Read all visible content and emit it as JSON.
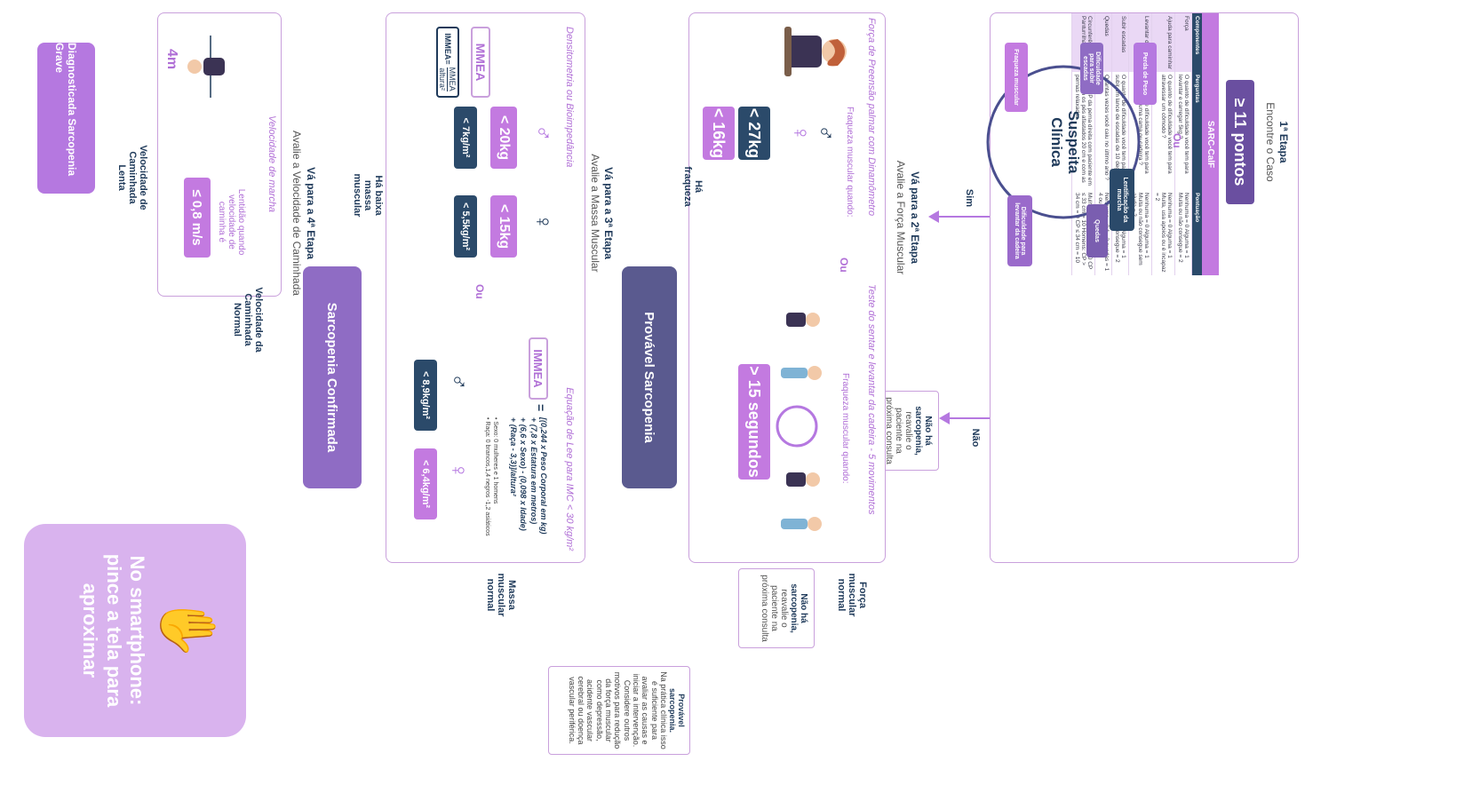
{
  "title": "Resumo das etapas:",
  "step1": {
    "heading": "1ª Etapa",
    "subtitle": "Encontre o Caso",
    "table": {
      "title": "SARC-CalF",
      "headers": [
        "Componentes",
        "Perguntas",
        "Pontuação"
      ],
      "rows": [
        {
          "comp": "Força",
          "q": "O quanto de dificuldade você tem para levantar e carregar 5kg ?",
          "s": "Nenhuma = 0 Alguma = 1 Muita ou não consegue = 2"
        },
        {
          "comp": "Ajuda para caminhar",
          "q": "O quanto de dificuldade você tem para atravessar um cômodo ?",
          "s": "Nenhuma = 0 Alguma = 1 Muita, usa apoios ou é incapaz = 2"
        },
        {
          "comp": "Levantar da cadeira",
          "q": "O quanto de dificuldade você tem para levantar de uma cama ou cadeira ?",
          "s": "Nenhuma = 0 Alguma = 1 Muita ou não consegue sem ajuda = 2"
        },
        {
          "comp": "Subir escadas",
          "q": "O quanto de dificuldade você tem para subir um lance de escadas de 10 degraus ?",
          "s": "Nenhuma = 0 Alguma = 1 Muita ou não consegue = 2"
        },
        {
          "comp": "Quedas",
          "q": "Quantas vezes você caiu no último ano ?",
          "s": "Nenhuma = 0 1 - 3 quedas = 1 4 ou mais quedas = 2"
        },
        {
          "comp": "Circunferência da Panturrilha (CP)",
          "q": "Meça CP da perna direita com paciente em pé, com os pés afastados 20 cm e com as pernas relaxadas",
          "s": "Mulheres: CP > 33 cm = 0 CP ≤ 33 cm = 10 Homens: CP > 34 cm = 0 CP ≤ 34 cm = 10"
        }
      ]
    },
    "threshold": "≥ 11 pontos",
    "or_label": "Ou",
    "suspicion_center": "Suspeita Clínica",
    "suspicion_nodes": [
      "Perda de Peso",
      "Fraqueza muscular",
      "Dificuldade para levantar da cadeira",
      "Quedas",
      "Lentificação da marcha",
      "Dificuldade para subir escadas"
    ],
    "yes_label": "Sim",
    "no_label": "Não",
    "no_result_bold": "Não há sarcopenia,",
    "no_result_text": "reavalie o paciente na próxima consulta"
  },
  "step2": {
    "heading": "Vá para a 2ª Etapa",
    "subtitle": "Avalie a Força Muscular",
    "grip_title": "Força de Preensão palmar com Dinamômetro",
    "weakness_label": "Fraqueza muscular quando:",
    "male_value": "< 27kg",
    "female_value": "< 16kg",
    "or_label": "Ou",
    "chair_title": "Teste do sentar e levantar da cadeira - 5 movimentos",
    "chair_weakness_label": "Fraqueza muscular quando:",
    "chair_value": "> 15 segundos",
    "has_weakness": "Há fraqueza",
    "normal_label": "Força muscular normal",
    "no_result_bold": "Não há sarcopenia,",
    "no_result_text": "reavalie o paciente na próxima consulta"
  },
  "probable": {
    "label": "Provável Sarcopenia",
    "note_bold": "Provável sarcopenia.",
    "note_text": "Na prática clínica isso é suficiente para avaliar as causas e iniciar a intervenção. Considere outros motivos para redução da força muscular como depressão, acidente vascular cerebral ou doença vascular periférica."
  },
  "step3": {
    "heading": "Vá para a 3ª Etapa",
    "subtitle": "Avalie a Massa Muscular",
    "method": "Densitometria ou Bioimpedância",
    "mmea_label": "MMEA",
    "immea_formula_label": "IMMEA=",
    "immea_frac_top": "MMEA",
    "immea_frac_bottom": "altura²",
    "mmea_male": "< 20kg",
    "mmea_female": "< 15kg",
    "immea_male": "< 7kg/m²",
    "immea_female": "< 5,5kg/m²",
    "or_label": "Ou",
    "lee_title": "Equação de Lee para IMC < 30 kg/m²",
    "lee_immea": "IMMEA",
    "lee_eq": "=",
    "lee_lines": [
      "[(0,244 x Peso Corporal em kg)",
      "+ (7,8 x Estatura em metros)",
      "+ (6,6 x Sexo) - (0,098 x Idade)",
      "+ (Raça - 3,3)]/altura²"
    ],
    "lee_notes": [
      "• Sexo: 0 mulheres e 1 homens",
      "• Raça: 0 brancos,1,4 negros -1,2 asiáticos"
    ],
    "lee_male": "< 8,9kg/m²",
    "lee_female": "< 6,4kg/m²",
    "low_mass": "Há baixa massa muscular",
    "normal_mass": "Massa muscular normal"
  },
  "confirmed": {
    "label": "Sarcopenia Confirmada"
  },
  "step4": {
    "heading": "Vá para a 4ª Etapa",
    "subtitle": "Avalie a Velocidade de Caminhada",
    "gait_title": "Velocidade de marcha",
    "distance": "4m",
    "slow_label": "Lentidão quando velocidade de caminha é",
    "slow_value": "≤ 0,8 m/s",
    "slow_result": "Velocidade de Caminhada Lenta",
    "normal_result": "Velocidade da Caminhada Normal"
  },
  "severe": {
    "label": "Diagnosticada Sarcopenia Grave"
  },
  "mobile_hint": "No smartphone: pince a tela para aproximar",
  "colors": {
    "navy": "#2b4a6a",
    "purple": "#c37ae0",
    "deep_purple": "#6a4fa0",
    "confirmed": "#8f6cc4",
    "probable": "#5a5a8f",
    "hint_bg": "#d9b3ee"
  }
}
